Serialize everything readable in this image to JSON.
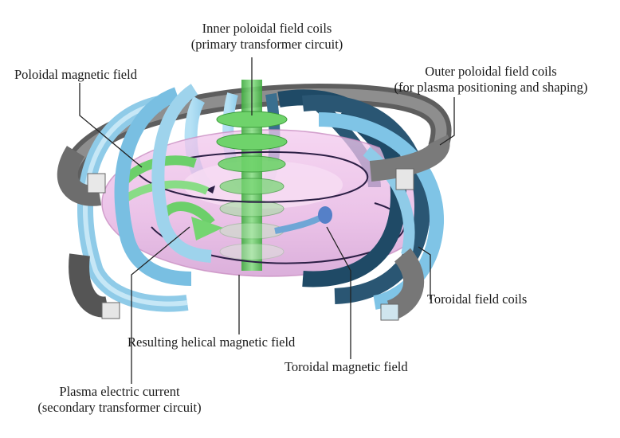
{
  "labels": {
    "inner_coils": {
      "line1": "Inner poloidal field coils",
      "line2": "(primary transformer circuit)"
    },
    "poloidal_field": {
      "line1": "Poloidal magnetic field"
    },
    "outer_coils": {
      "line1": "Outer poloidal field coils",
      "line2": "(for plasma positioning and shaping)"
    },
    "toroidal_coils": {
      "line1": "Toroidal field coils"
    },
    "helical_field": {
      "line1": "Resulting helical magnetic field"
    },
    "toroidal_field": {
      "line1": "Toroidal magnetic field"
    },
    "plasma_current": {
      "line1": "Plasma electric current",
      "line2": "(secondary transformer circuit)"
    }
  },
  "colors": {
    "toroidal_coil_light": "#8fcbe8",
    "toroidal_coil_dark": "#1f4a66",
    "toroidal_coil_edge": "#c6e7f6",
    "outer_coil": "#6d6d6d",
    "outer_coil_top": "#a0a0a0",
    "plasma_fill": "#e9b9e3",
    "plasma_edge": "#c98fc2",
    "inner_coil_green": "#5cc95a",
    "field_line": "#2c1f45",
    "leader_line": "#222222"
  }
}
